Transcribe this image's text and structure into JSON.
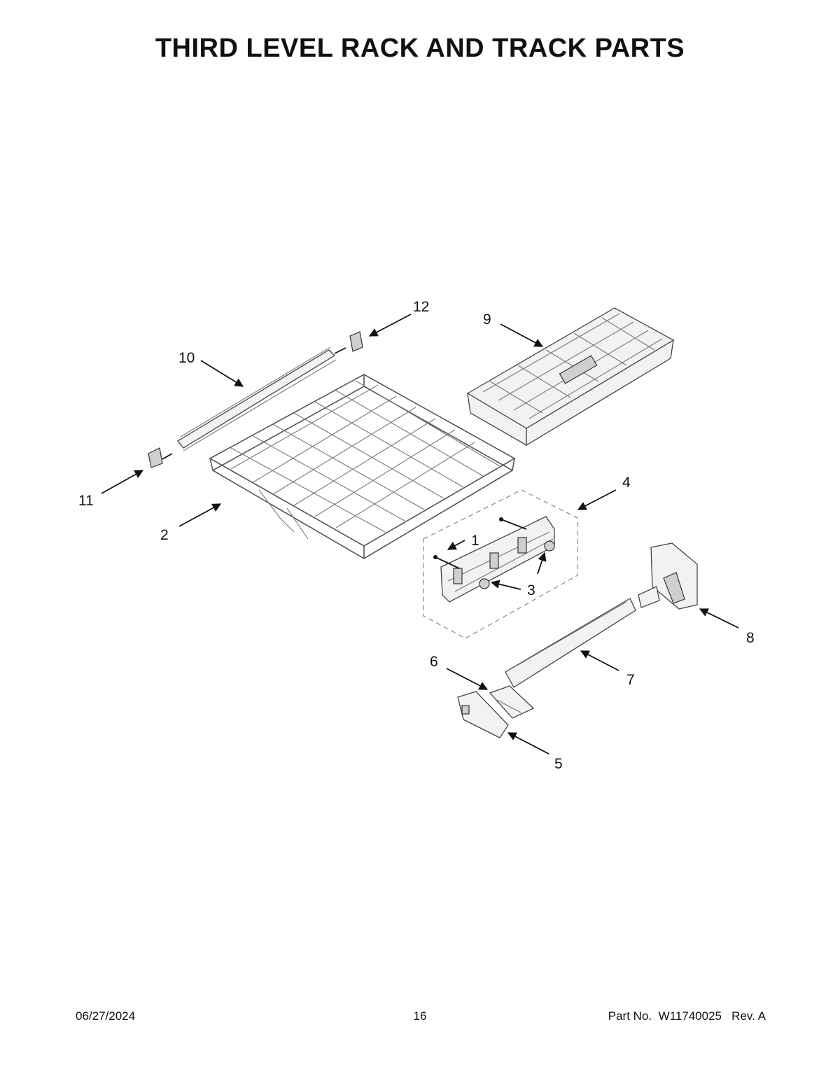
{
  "page_title": "THIRD LEVEL RACK AND TRACK PARTS",
  "callouts": {
    "c1": "1",
    "c2": "2",
    "c3": "3",
    "c4": "4",
    "c5": "5",
    "c6": "6",
    "c7": "7",
    "c8": "8",
    "c9": "9",
    "c10": "10",
    "c11": "11",
    "c12": "12"
  },
  "footer": {
    "date": "06/27/2024",
    "page_number": "16",
    "part_label": "Part No.",
    "part_number": "W11740025",
    "revision": "Rev.  A"
  }
}
